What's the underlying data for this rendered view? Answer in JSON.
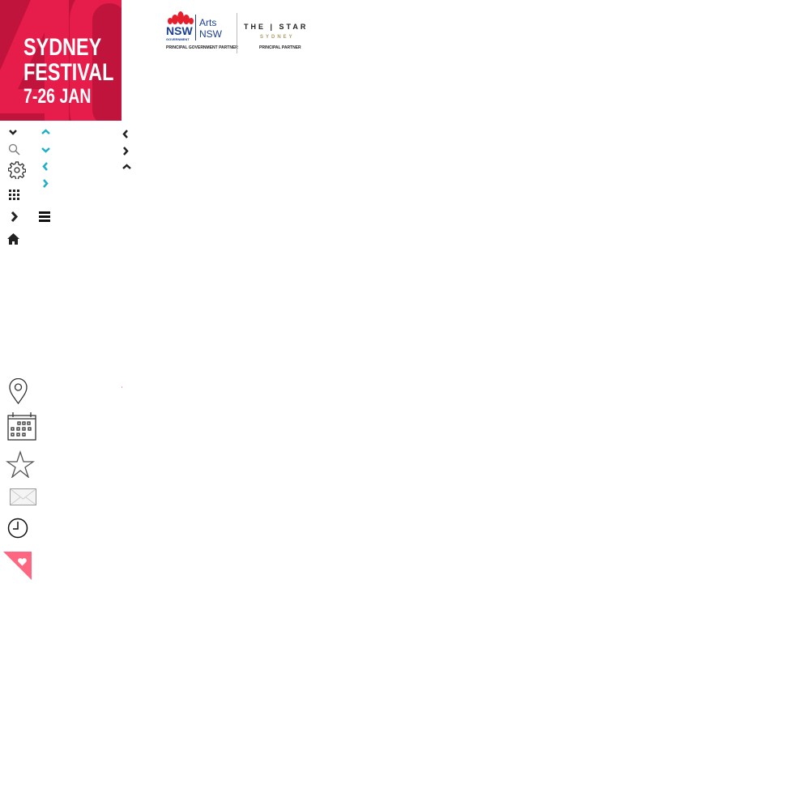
{
  "logo": {
    "bg_number": "40",
    "line1": "SYDNEY",
    "line2": "FESTIVAL",
    "line3": "7-26 JAN",
    "colors": {
      "bg": "#c0143c",
      "accent": "#e61c4a"
    }
  },
  "partners": {
    "nsw": "NSW",
    "government": "GOVERNMENT",
    "arts": "Arts",
    "arts_nsw": "NSW",
    "gov_caption": "PRINCIPAL GOVERNMENT PARTNER",
    "star": "THE | STAR",
    "star_city": "SYDNEY",
    "star_caption": "PRINCIPAL PARTNER"
  },
  "icons": [
    "chevron-down",
    "search",
    "gear",
    "grid",
    "chevron-right",
    "home",
    "chevron-up-teal",
    "chevron-down-teal",
    "chevron-left-teal",
    "chevron-right-teal",
    "hamburger",
    "chevron-left",
    "chevron-right",
    "chevron-up",
    "map-pin",
    "calendar",
    "star",
    "mail",
    "clock",
    "heart-corner"
  ],
  "colors": {
    "teal": "#1ab0c8",
    "pink": "#ff6680",
    "dark": "#222222"
  }
}
